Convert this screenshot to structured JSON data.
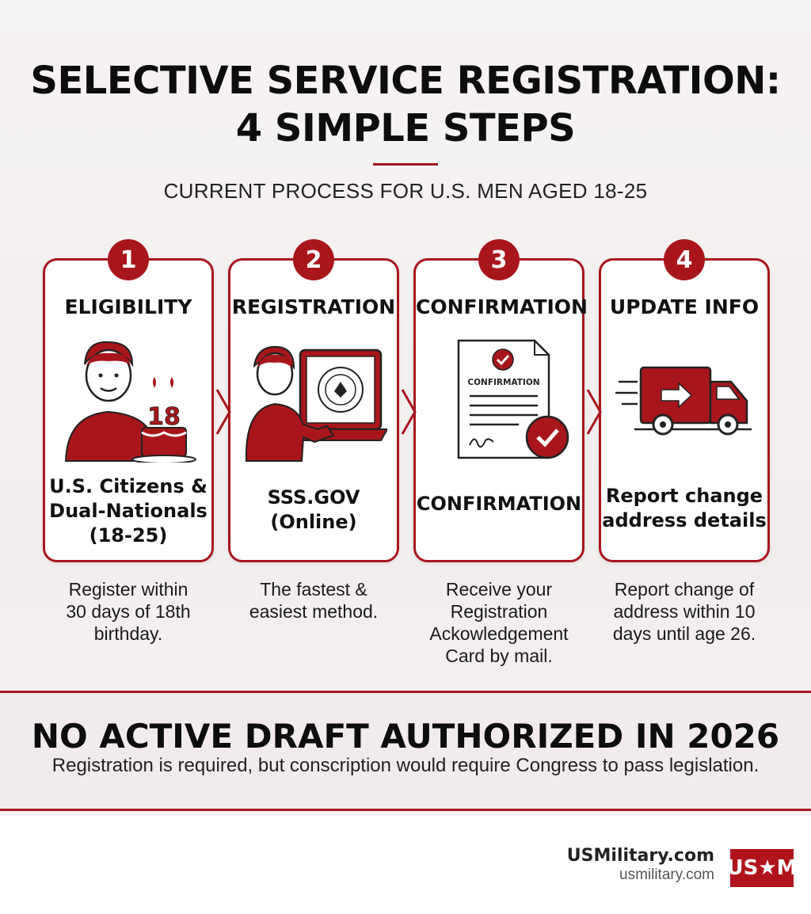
{
  "header": {
    "title_line1": "SELECTIVE SERVICE REGISTRATION:",
    "title_line2": "4 SIMPLE STEPS",
    "subtitle": "CURRENT PROCESS FOR U.S. MEN AGED 18-25"
  },
  "steps": [
    {
      "number": "1",
      "title": "ELIGIBILITY",
      "body": [
        "U.S. Citizens &",
        "Dual-Nationals",
        "(18-25)"
      ],
      "caption": [
        "Register within",
        "30 days of 18th",
        "birthday."
      ],
      "icon": "young-man-birthday-cake-icon",
      "icon_text": "18"
    },
    {
      "number": "2",
      "title": "REGISTRATION",
      "body": [
        "SSS.GOV",
        "(Online)"
      ],
      "caption": [
        "The fastest &",
        "easiest method."
      ],
      "icon": "person-at-laptop-icon"
    },
    {
      "number": "3",
      "title": "CONFIRMATION",
      "body": [
        "CONFIRMATION"
      ],
      "caption": [
        "Receive your",
        "Registration",
        "Ackowledgement",
        "Card by mail."
      ],
      "icon": "confirmation-document-icon",
      "icon_text": "CONFIRMATION"
    },
    {
      "number": "4",
      "title": "UPDATE INFO",
      "body": [
        "Report change",
        "address details"
      ],
      "caption": [
        "Report change of",
        "address within 10",
        "days until age 26."
      ],
      "icon": "moving-truck-icon"
    }
  ],
  "banner": {
    "title": "NO ACTIVE DRAFT AUTHORIZED IN 2026",
    "text": "Registration is required, but conscription would require Congress to pass legislation."
  },
  "footer": {
    "brand": "USMilitary.com",
    "url": "usmilitary.com",
    "logo_text": "US★M"
  },
  "colors": {
    "accent": "#a8161c",
    "text": "#111111",
    "background": "#f5f1f1"
  }
}
